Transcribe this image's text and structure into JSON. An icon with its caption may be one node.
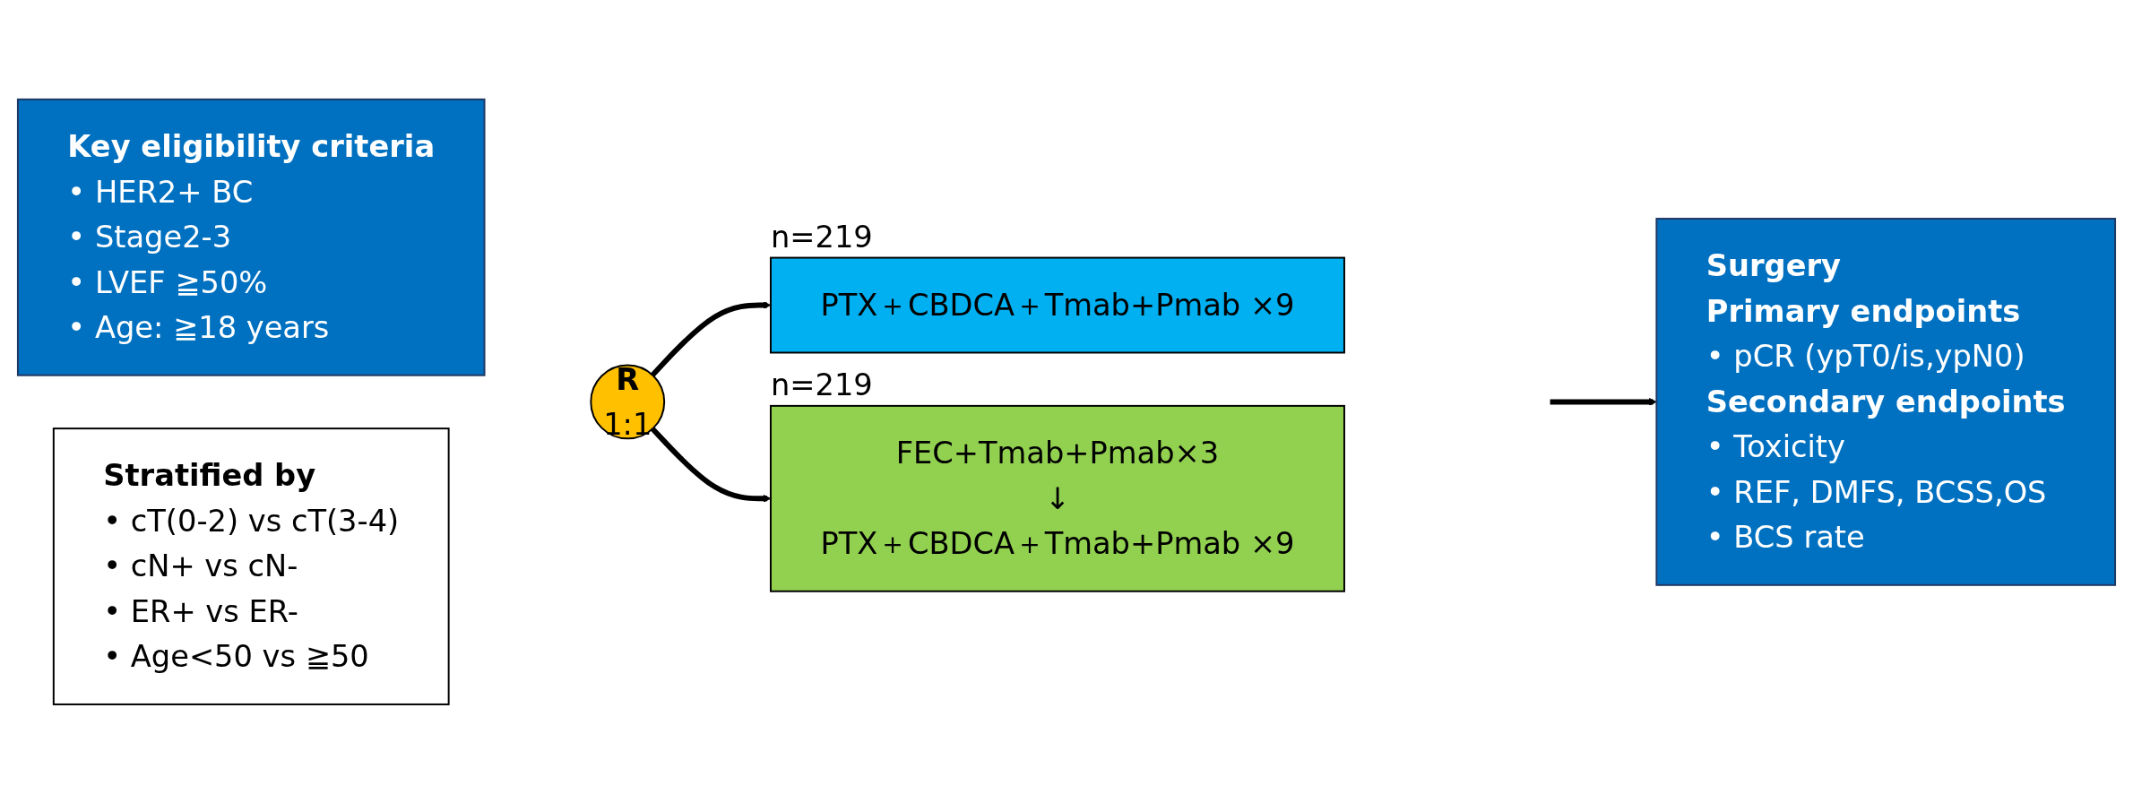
{
  "diagram": {
    "nodes": [
      {
        "text": [
          "Key eligibility criteria",
          "• HER2+ BC",
          "• Stage2-3",
          "• LVEF ≧50%",
          "• Age: ≧18 years"
        ]
      },
      {
        "text": [
          "R",
          "1:1"
        ]
      },
      {
        "text": [
          "PTX＋CBDCA＋Tmab+Pmab ×9"
        ],
        "beside": [
          "n=219"
        ]
      },
      {
        "text": [
          "FEC+Tmab+Pmab×3",
          "↓",
          "PTX＋CBDCA＋Tmab+Pmab ×9"
        ],
        "beside": [
          "n=219"
        ]
      },
      {
        "text": [
          "Surgery",
          "Primary endpoints",
          "•    pCR (ypT0/is,ypN0)",
          "Secondary endpoints",
          "•    Toxicity",
          "•    REF, DMFS, BCSS,OS",
          "•    BCS rate"
        ]
      },
      {
        "text": [
          "Stratified by",
          "•    cT(0-2) vs cT(3-4)",
          "•    cN+ vs cN-",
          "•    ER+ vs ER-",
          "•    Age<50 vs ≧50"
        ]
      }
    ],
    "edges": [
      {
        "from": 1,
        "to": 2,
        "arrow": "to"
      },
      {
        "from": 1,
        "to": 3,
        "arrow": "to"
      },
      {
        "from": null,
        "to": 4,
        "arrow": "to"
      }
    ]
  }
}
